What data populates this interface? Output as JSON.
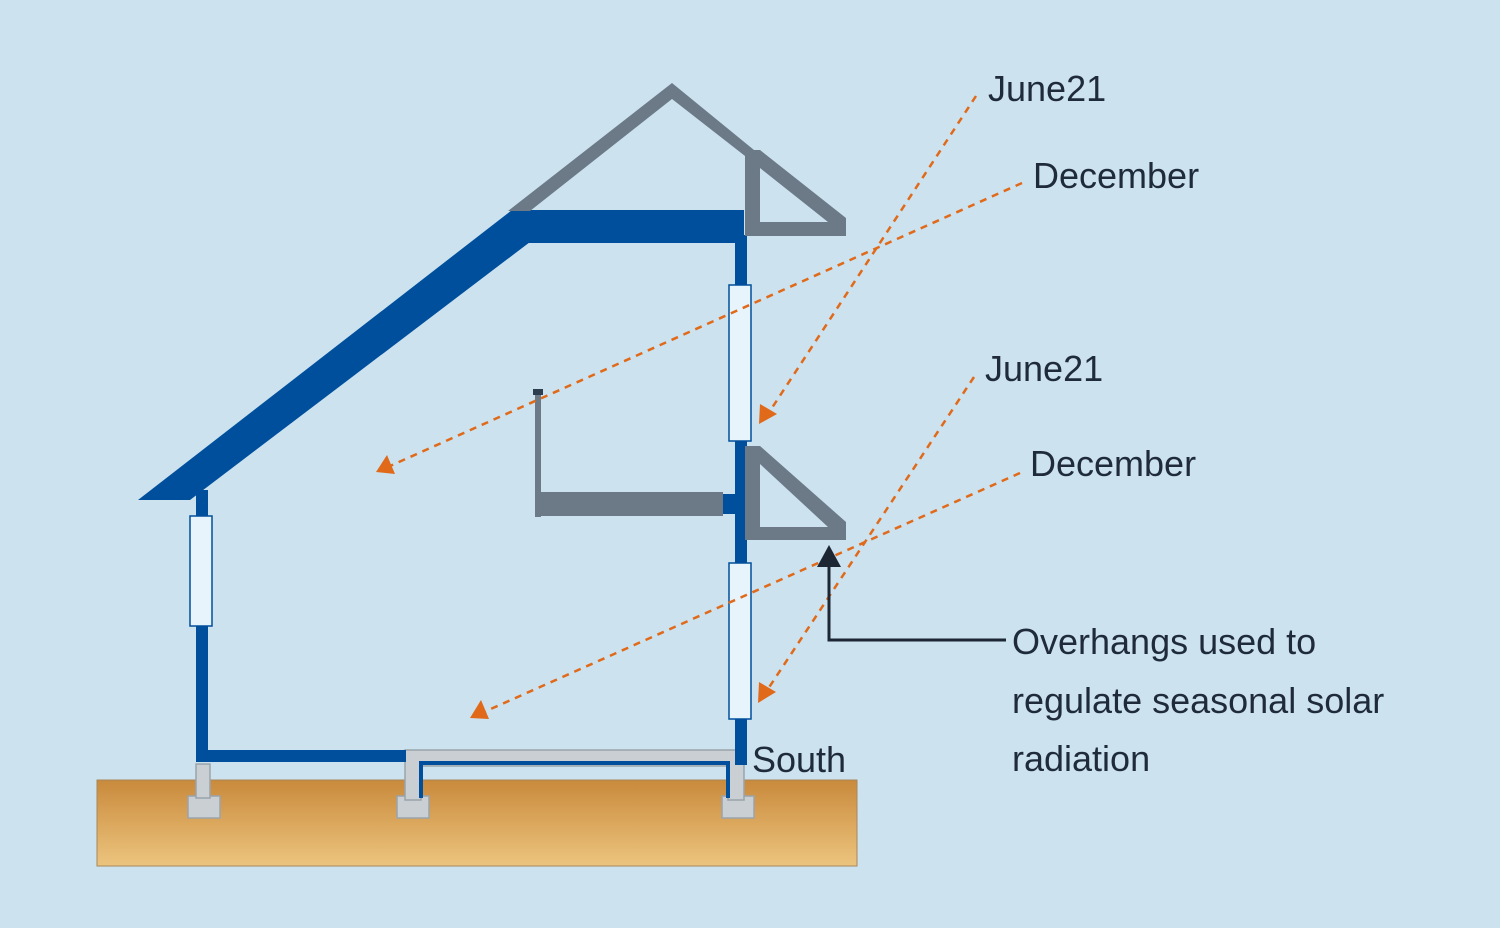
{
  "labels": {
    "upper_june": "June21",
    "upper_december": "December",
    "lower_june": "June21",
    "lower_december": "December",
    "south": "South",
    "callout": [
      "Overhangs used to",
      "regulate seasonal solar",
      "radiation"
    ]
  },
  "colors": {
    "background": "#cce2ef",
    "structure": "#004f9c",
    "overhang": "#6b7a86",
    "sun_ray": "#e06a1a",
    "ground_top": "#c98a3c",
    "ground_bottom": "#ecc47e",
    "window": "#e8f4fb",
    "footing": "#c9cfd3",
    "callout_arrow": "#1d2733"
  }
}
